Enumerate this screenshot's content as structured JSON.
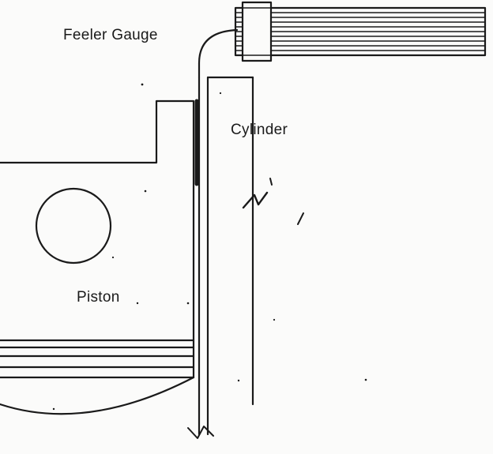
{
  "diagram": {
    "labels": {
      "feeler_gauge": "Feeler Gauge",
      "cylinder": "Cylinder",
      "piston": "Piston"
    },
    "colors": {
      "ink": "#1a1a1a",
      "paper": "#fbfbfa"
    }
  }
}
